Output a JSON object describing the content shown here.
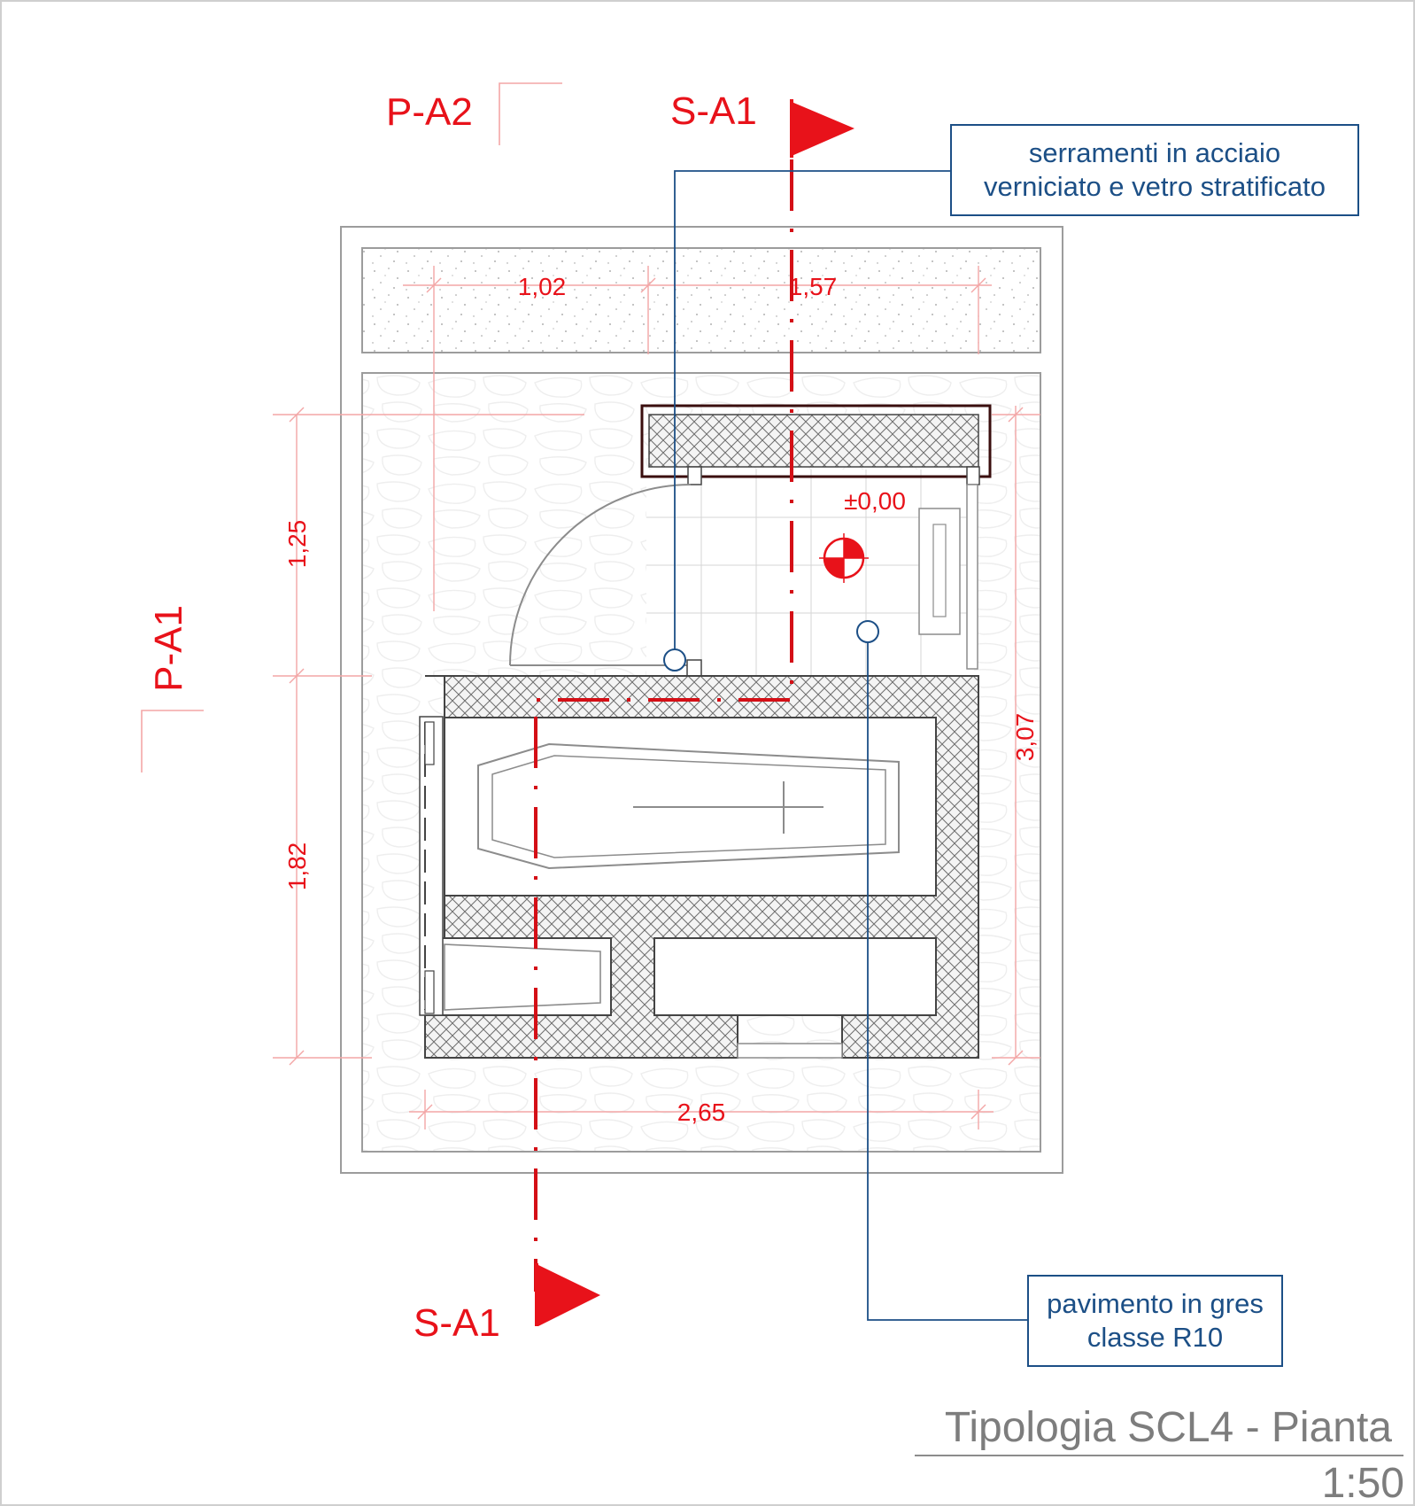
{
  "section_marks": {
    "plan_top": "P-A2",
    "plan_side": "P-A1",
    "section_top": "S-A1",
    "section_bottom": "S-A1"
  },
  "dimensions": {
    "top_left": "1,02",
    "top_right": "1,57",
    "left_upper": "1,25",
    "left_lower": "1,82",
    "right_total": "3,07",
    "bottom_width": "2,65"
  },
  "level_mark": "±0,00",
  "notes": {
    "windows": {
      "line1": "serramenti in acciaio",
      "line2": "verniciato e vetro stratificato"
    },
    "floor": {
      "line1": "pavimento in gres",
      "line2": "classe R10"
    }
  },
  "title_block": {
    "title": "Tipologia SCL4 - Pianta",
    "scale": "1:50"
  },
  "colors": {
    "annotation_red": "#e8121a",
    "leader_blue": "#1c4f86",
    "linework_gray": "#8c8c8c",
    "wall_dark": "#3a0e0e"
  }
}
